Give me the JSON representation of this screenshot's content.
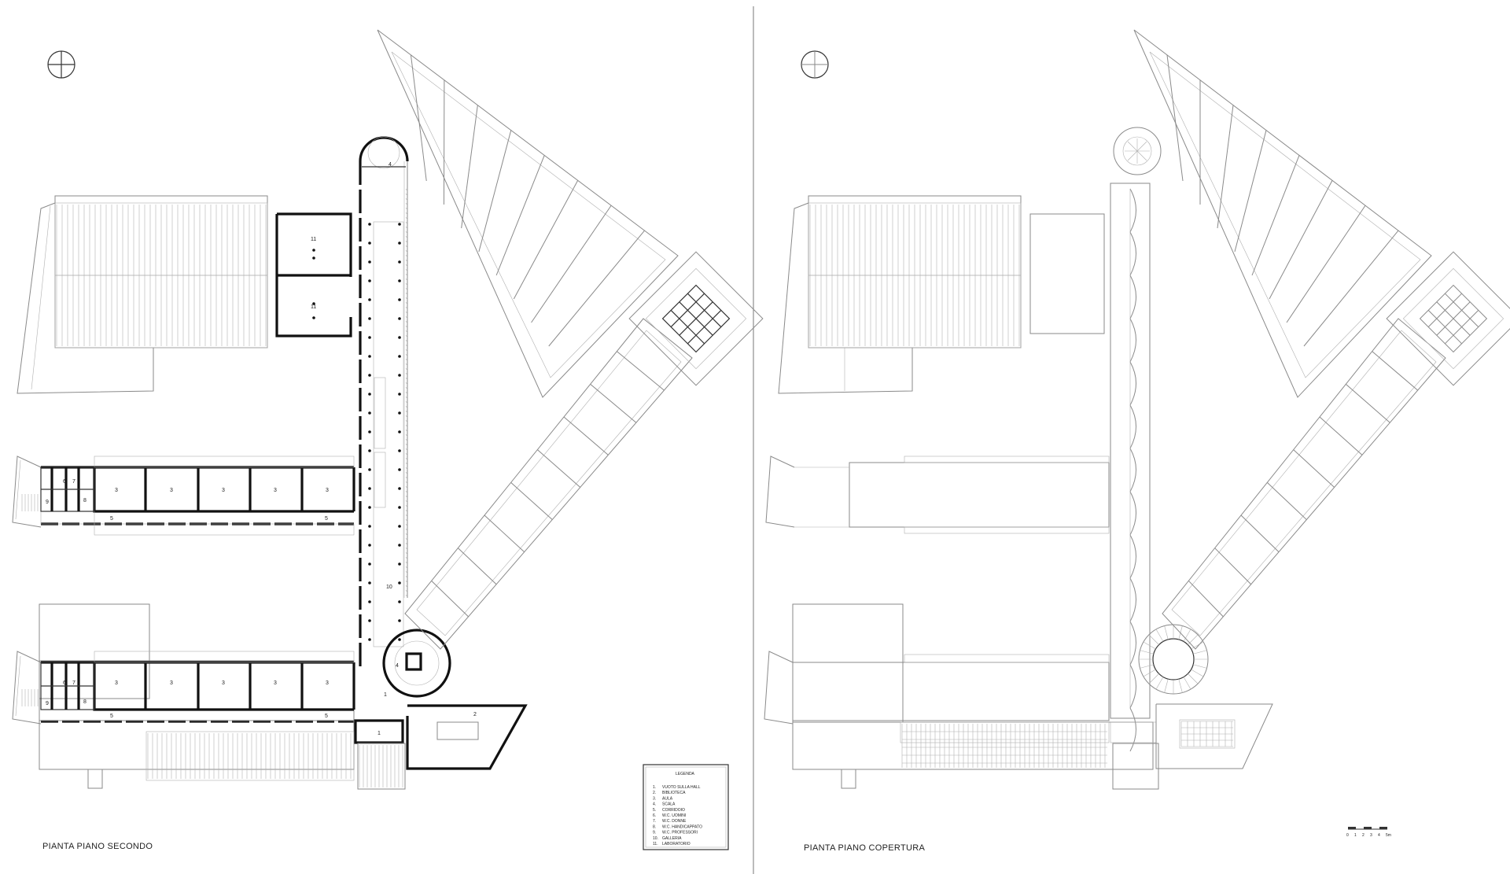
{
  "left_plan": {
    "title": "PIANTA PIANO SECONDO",
    "room_labels": [
      "11",
      "11",
      "4",
      "3",
      "3",
      "3",
      "3",
      "3",
      "5",
      "5",
      "6",
      "7",
      "8",
      "9",
      "10",
      "4",
      "1",
      "3",
      "3",
      "3",
      "3",
      "3",
      "5",
      "5",
      "6",
      "7",
      "8",
      "9",
      "1",
      "2"
    ]
  },
  "right_plan": {
    "title": "PIANTA PIANO COPERTURA"
  },
  "legend": {
    "heading": "LEGENDA",
    "items": [
      {
        "num": "1.",
        "text": "VUOTO SULLA HALL"
      },
      {
        "num": "2.",
        "text": "BIBLIOTECA"
      },
      {
        "num": "3.",
        "text": "AULA"
      },
      {
        "num": "4.",
        "text": "SCALA"
      },
      {
        "num": "5.",
        "text": "CORRIDOIO"
      },
      {
        "num": "6.",
        "text": "W.C. UOMINI"
      },
      {
        "num": "7.",
        "text": "W.C. DONNE"
      },
      {
        "num": "8.",
        "text": "W.C. HANDICAPPATO"
      },
      {
        "num": "9.",
        "text": "W.C. PROFESSORI"
      },
      {
        "num": "10.",
        "text": "GALLERIA"
      },
      {
        "num": "11.",
        "text": "LABORATORIO"
      }
    ]
  },
  "scale_bar": {
    "ticks": [
      "0",
      "1",
      "2",
      "3",
      "4",
      "5m"
    ]
  }
}
